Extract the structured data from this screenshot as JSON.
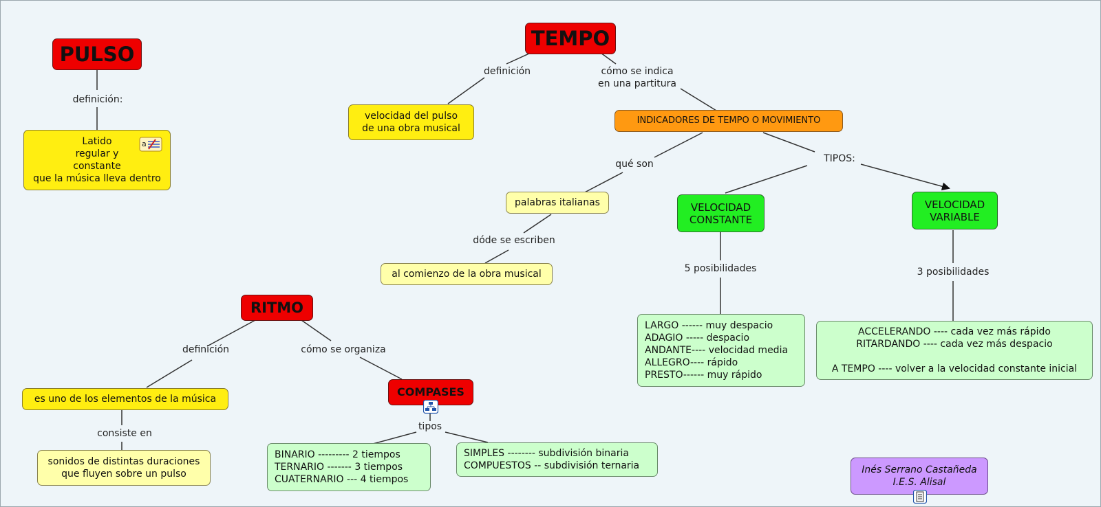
{
  "nodes": {
    "pulso": "PULSO",
    "pulso_def": "Latido\nregular y\nconstante\nque la música lleva dentro",
    "tempo": "TEMPO",
    "tempo_def": "velocidad del pulso\nde una obra musical",
    "indicadores": "INDICADORES DE TEMPO O MOVIMIENTO",
    "palabras": "palabras italianas",
    "comienzo": "al comienzo de la obra musical",
    "vel_constante": "VELOCIDAD\nCONSTANTE",
    "vel_variable": "VELOCIDAD\nVARIABLE",
    "constante_list": "LARGO ------ muy despacio\nADAGIO ----- despacio\nANDANTE---- velocidad media\nALLEGRO---- rápido\nPRESTO------ muy rápido",
    "variable_list": "ACCELERANDO ---- cada vez más rápido\nRITARDANDO ---- cada vez más despacio\n\nA TEMPO ---- volver a la velocidad constante inicial",
    "ritmo": "RITMO",
    "ritmo_def": "es uno de los elementos de la música",
    "sonidos": "sonidos de distintas duraciones\nque fluyen sobre un pulso",
    "compases": "COMPASES",
    "compases_tipos1": "BINARIO --------- 2 tiempos\nTERNARIO ------- 3 tiempos\nCUATERNARIO --- 4 tiempos",
    "compases_tipos2": "SIMPLES -------- subdivisión binaria\nCOMPUESTOS -- subdivisión ternaria",
    "autora": "Inés Serrano Castañeda\nI.E.S. Alisal"
  },
  "links": {
    "pulso_def": "definición:",
    "tempo_def": "definición",
    "tempo_indica": "cómo se indica\nen una partitura",
    "que_son": "qué son",
    "tipos_vel": "TIPOS:",
    "donde": "dóde se escriben",
    "cinco": "5 posibilidades",
    "tres": "3 posibilidades",
    "ritmo_def": "definición",
    "ritmo_org": "cómo se organiza",
    "consiste": "consiste en",
    "tipos_comp": "tipos"
  },
  "colors": {
    "red": "#ee0000",
    "yellow": "#ffee11",
    "light_yellow": "#ffffaa",
    "orange": "#ff9911",
    "green": "#22ee22",
    "light_green": "#ccffcc",
    "lilac": "#cc99ff",
    "background": "#eef5f9"
  },
  "icons": [
    "note-attachment-icon",
    "submap-icon",
    "document-icon"
  ]
}
